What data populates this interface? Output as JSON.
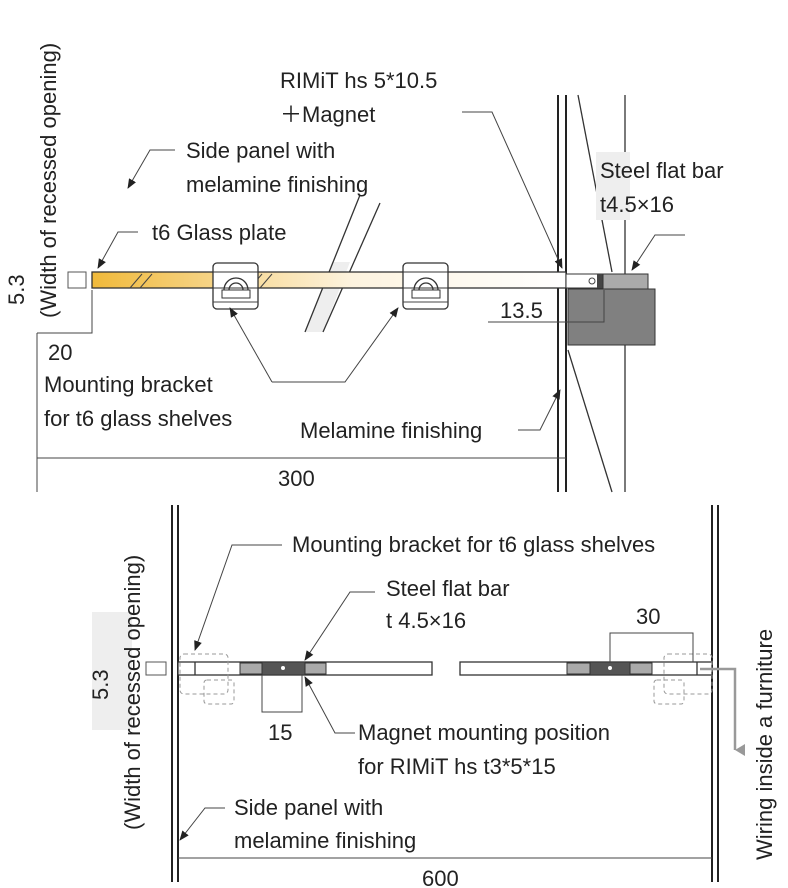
{
  "top": {
    "rimit_label_1": "RIMiT  hs 5*10.5",
    "rimit_label_2": "＋Magnet",
    "side_panel_1": "Side panel with",
    "side_panel_2": "melamine finishing",
    "steel_bar_1": "Steel flat bar",
    "steel_bar_2": "t4.5×16",
    "glass_plate": "t6 Glass plate",
    "thickness": "5.3",
    "recess_label": "(Width of recessed opening)",
    "dim_20": "20",
    "dim_13_5": "13.5",
    "bracket_1": "Mounting bracket",
    "bracket_2": "for t6 glass shelves",
    "melamine": "Melamine finishing",
    "dim_300": "300"
  },
  "bottom": {
    "recess_label": "(Width of recessed opening)",
    "thickness": "5.3",
    "bracket": "Mounting bracket for t6 glass shelves",
    "steel_bar_1": "Steel flat bar",
    "steel_bar_2": "t 4.5×16",
    "dim_30": "30",
    "dim_15": "15",
    "magnet_1": "Magnet mounting position",
    "magnet_2": "for RIMiT hs t3*5*15",
    "side_panel_1": "Side panel with",
    "side_panel_2": "melamine finishing",
    "dim_600": "600",
    "wiring": "Wiring inside a furniture"
  },
  "colors": {
    "glass_start": "#f0b93a",
    "steel_light": "#aaaaaa",
    "steel_dark": "#666666",
    "block": "#808080",
    "wiring_arrow": "#999999"
  }
}
